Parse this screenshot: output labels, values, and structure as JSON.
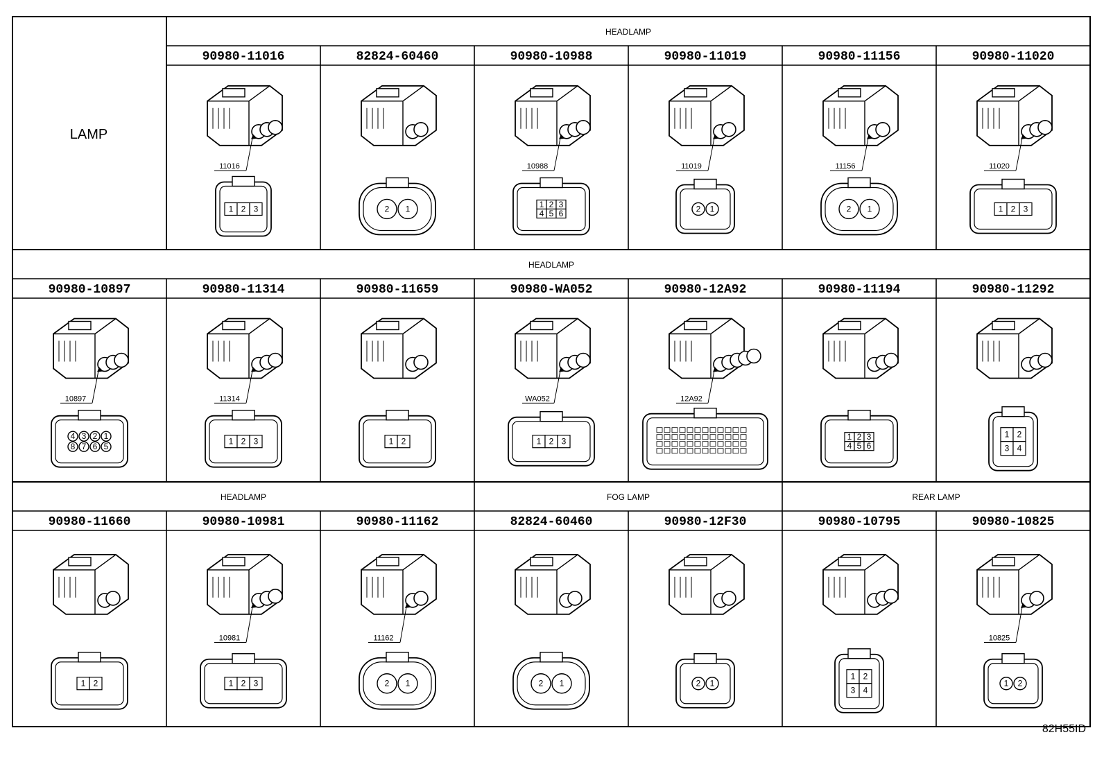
{
  "corner_label": "LAMP",
  "doc_id": "82H55ID",
  "rows": [
    {
      "sections": [
        {
          "label": "HEADLAMP",
          "span": 6
        }
      ],
      "leading_blank": true,
      "cells": [
        {
          "part": "90980-11016",
          "callout": "11016",
          "pins": [
            "1",
            "2",
            "3"
          ],
          "shape": "tri"
        },
        {
          "part": "82824-60460",
          "callout": "",
          "pins": [
            "2",
            "1"
          ],
          "shape": "round2"
        },
        {
          "part": "90980-10988",
          "callout": "10988",
          "pins": [
            "1",
            "2",
            "3",
            "4",
            "5",
            "6"
          ],
          "shape": "grid6"
        },
        {
          "part": "90980-11019",
          "callout": "11019",
          "pins": [
            "2",
            "1"
          ],
          "shape": "small2"
        },
        {
          "part": "90980-11156",
          "callout": "11156",
          "pins": [
            "2",
            "1"
          ],
          "shape": "round2"
        },
        {
          "part": "90980-11020",
          "callout": "11020",
          "pins": [
            "1",
            "2",
            "3"
          ],
          "shape": "wide3"
        }
      ]
    },
    {
      "sections": [
        {
          "label": "HEADLAMP",
          "span": 7
        }
      ],
      "leading_blank": false,
      "cells": [
        {
          "part": "90980-10897",
          "callout": "10897",
          "pins": [
            "4",
            "3",
            "2",
            "1",
            "8",
            "7",
            "6",
            "5"
          ],
          "shape": "grid8"
        },
        {
          "part": "90980-11314",
          "callout": "11314",
          "pins": [
            "1",
            "2",
            "3"
          ],
          "shape": "box3"
        },
        {
          "part": "90980-11659",
          "callout": "",
          "pins": [
            "1",
            "2"
          ],
          "shape": "oval2"
        },
        {
          "part": "90980-WA052",
          "callout": "WA052",
          "pins": [
            "1",
            "2",
            "3"
          ],
          "shape": "wide3"
        },
        {
          "part": "90980-12A92",
          "callout": "12A92",
          "pins": [],
          "shape": "multi"
        },
        {
          "part": "90980-11194",
          "callout": "",
          "pins": [
            "1",
            "2",
            "3",
            "4",
            "5",
            "6"
          ],
          "shape": "grid6"
        },
        {
          "part": "90980-11292",
          "callout": "",
          "pins": [
            "1",
            "2",
            "3",
            "4"
          ],
          "shape": "grid4"
        }
      ]
    },
    {
      "sections": [
        {
          "label": "HEADLAMP",
          "span": 3
        },
        {
          "label": "FOG LAMP",
          "span": 2
        },
        {
          "label": "REAR LAMP",
          "span": 2
        }
      ],
      "leading_blank": false,
      "cells": [
        {
          "part": "90980-11660",
          "callout": "",
          "pins": [
            "1",
            "2"
          ],
          "shape": "oval2"
        },
        {
          "part": "90980-10981",
          "callout": "10981",
          "pins": [
            "1",
            "2",
            "3"
          ],
          "shape": "wide3"
        },
        {
          "part": "90980-11162",
          "callout": "11162",
          "pins": [
            "2",
            "1"
          ],
          "shape": "round2"
        },
        {
          "part": "82824-60460",
          "callout": "",
          "pins": [
            "2",
            "1"
          ],
          "shape": "round2"
        },
        {
          "part": "90980-12F30",
          "callout": "",
          "pins": [
            "2",
            "1"
          ],
          "shape": "small2"
        },
        {
          "part": "90980-10795",
          "callout": "",
          "pins": [
            "1",
            "2",
            "3",
            "4"
          ],
          "shape": "grid4"
        },
        {
          "part": "90980-10825",
          "callout": "10825",
          "pins": [
            "1",
            "2"
          ],
          "shape": "small2"
        }
      ]
    }
  ]
}
